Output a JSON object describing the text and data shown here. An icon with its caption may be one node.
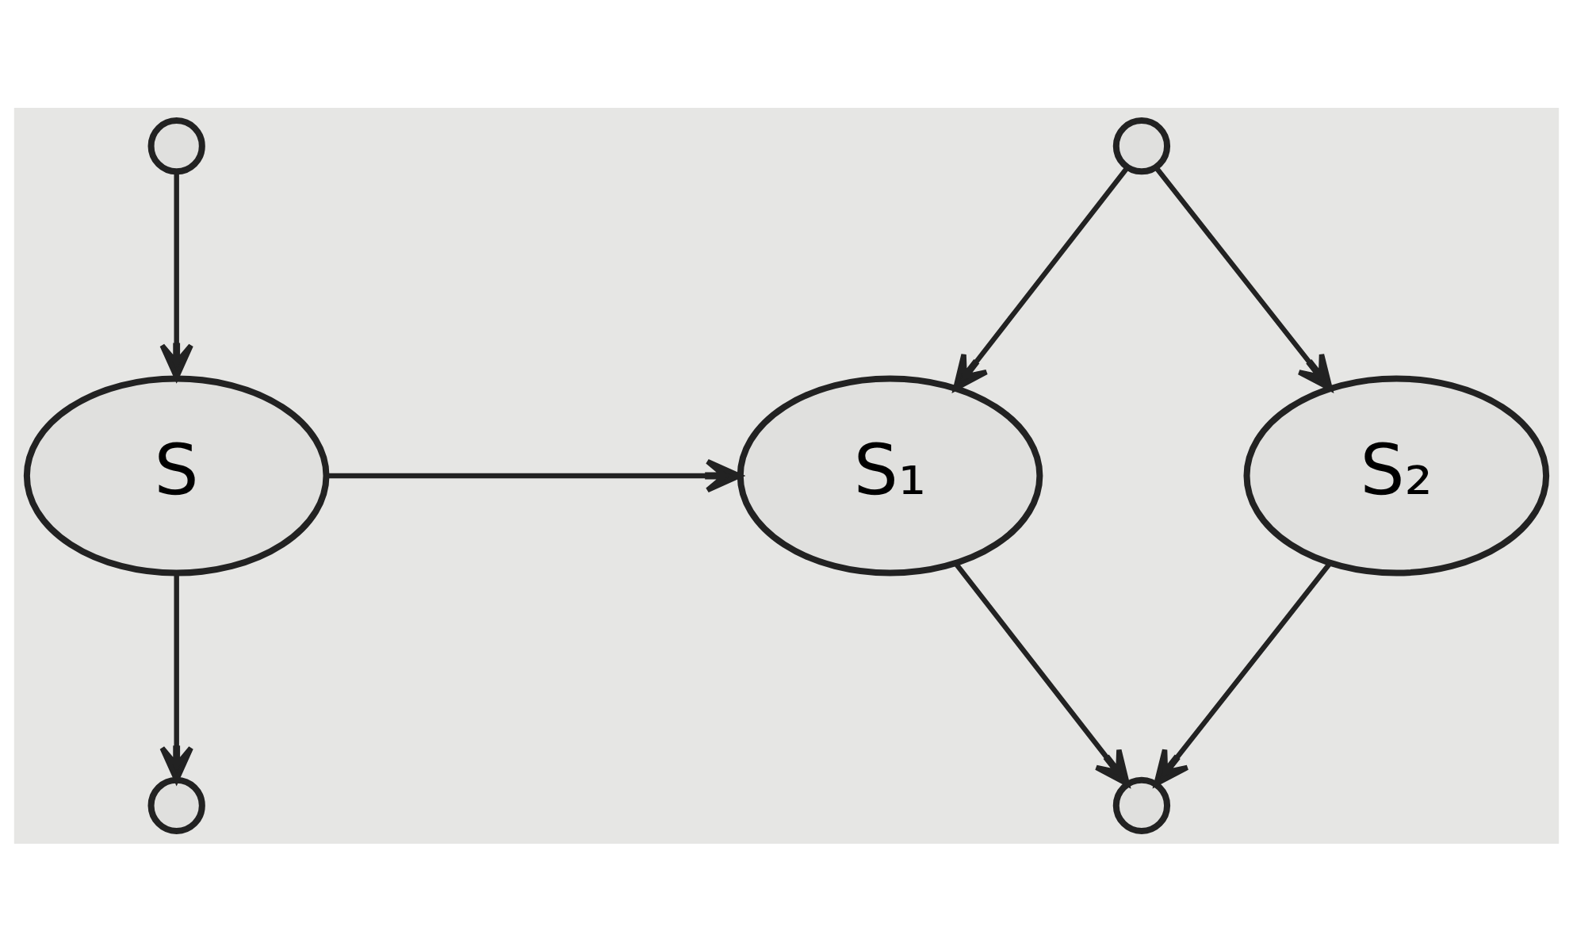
{
  "diagram": {
    "nodes": [
      {
        "text": [],
        "shape": "circle"
      },
      {
        "text": [
          "S"
        ]
      },
      {
        "text": [],
        "shape": "circle"
      },
      {
        "text": [],
        "shape": "circle"
      },
      {
        "text": [
          "S₁"
        ]
      },
      {
        "text": [
          "S₂"
        ]
      },
      {
        "text": [],
        "shape": "circle"
      }
    ],
    "edges": [
      {
        "from": 0,
        "to": 1,
        "arrow": "to"
      },
      {
        "from": 1,
        "to": 2,
        "arrow": "to"
      },
      {
        "from": 1,
        "to": 4,
        "arrow": "to"
      },
      {
        "from": 3,
        "to": 4,
        "arrow": "to"
      },
      {
        "from": 3,
        "to": 5,
        "arrow": "to"
      },
      {
        "from": 4,
        "to": 6,
        "arrow": "to"
      },
      {
        "from": 5,
        "to": 6,
        "arrow": "to"
      }
    ]
  }
}
